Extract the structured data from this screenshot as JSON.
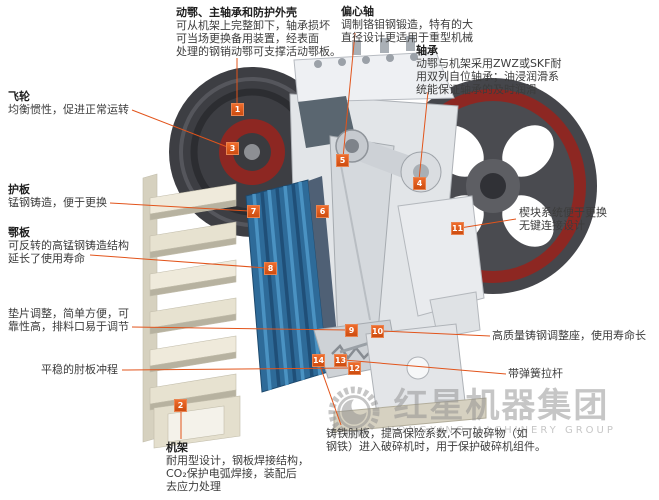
{
  "colors": {
    "accent": "#e2541b",
    "marker": "#d9531a",
    "jaw_blue": "#2e6b99",
    "flywheel_red": "#8d2722",
    "flywheel_gray": "#45464b",
    "frame_cream": "#efeadb",
    "watermark_gray": "#8f8f8f"
  },
  "labels": {
    "moving_jaw": {
      "lines": [
        "动鄂、主轴承和防护外壳",
        "可从机架上完整卸下，轴承损坏",
        "可当场更换备用装置，经表面",
        "处理的钢销动鄂可支撑活动鄂板。"
      ]
    },
    "eccentric_shaft": {
      "title": "偏心轴",
      "lines": [
        "调制铬钼钢锻造，特有的大",
        "直径设计更适用于重型机械"
      ]
    },
    "bearing": {
      "title": "轴承",
      "lines": [
        "动鄂与机架采用ZWZ或SKF耐",
        "用双列自位轴承；油浸润滑系",
        "统能保证轴承的及时润滑"
      ]
    },
    "flywheel": {
      "title": "飞轮",
      "lines": [
        "均衡惯性，促进正常运转"
      ]
    },
    "guard_plate": {
      "title": "护板",
      "lines": [
        "锰钢铸造，便于更换"
      ]
    },
    "jaw_plate": {
      "title": "鄂板",
      "lines": [
        "可反转的高锰钢铸造结构",
        "延长了使用寿命"
      ]
    },
    "shim_adjustment": {
      "lines": [
        "垫片调整，简单方便，可",
        "靠性高，排料口易于调节"
      ]
    },
    "toggle_stroke": {
      "lines": [
        "平稳的肘板冲程"
      ]
    },
    "frame": {
      "title": "机架",
      "lines": [
        "耐用型设计，钢板焊接结构，",
        "CO₂保护电弧焊接，装配后",
        "去应力处理"
      ]
    },
    "wedge_system": {
      "lines": [
        "楔块系统便于更换",
        "无键连接设计"
      ]
    },
    "adjusting_seat": {
      "lines": [
        "高质量铸钢调整座，使用寿命长"
      ]
    },
    "spring_rod": {
      "lines": [
        "带弹簧拉杆"
      ]
    },
    "toggle_plate": {
      "lines": [
        "铸铁肘板，提高保险系数,不可破碎物（如",
        "钢铁）进入破碎机时，用于保护破碎机组件。"
      ]
    }
  },
  "markers": [
    "1",
    "2",
    "3",
    "4",
    "5",
    "6",
    "7",
    "8",
    "9",
    "10",
    "11",
    "12",
    "13",
    "14"
  ],
  "watermark": {
    "cn": "红星机器集团",
    "en": "HONGXING MACHINERY GROUP"
  }
}
